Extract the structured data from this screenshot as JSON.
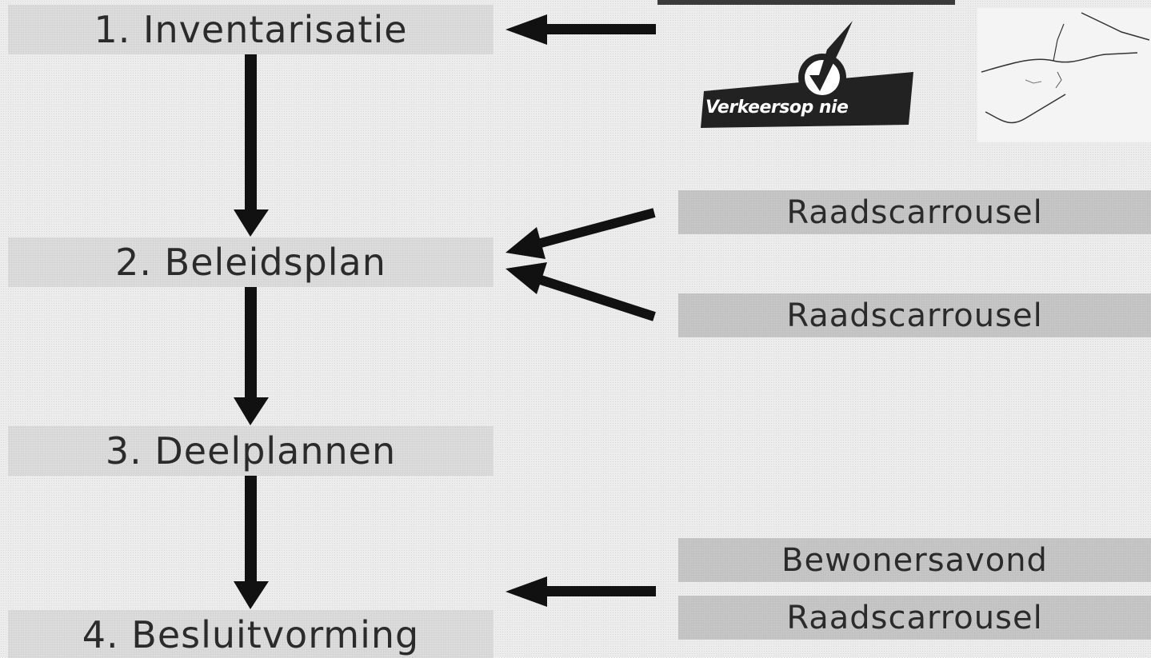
{
  "steps": [
    {
      "label": "1. Inventarisatie"
    },
    {
      "label": "2. Beleidsplan"
    },
    {
      "label": "3. Deelplannen"
    },
    {
      "label": "4. Besluitvorming"
    }
  ],
  "sources": [
    {
      "label": "Raadscarrousel"
    },
    {
      "label": "Raadscarrousel"
    },
    {
      "label": "Bewonersavond"
    },
    {
      "label": "Raadscarrousel"
    }
  ],
  "logo": {
    "text": "Verkeersop nie",
    "icon": "checkmark-icon"
  },
  "map": {
    "icon": "route-map-icon"
  },
  "colors": {
    "arrow": "#111111",
    "step_box": "#dcdcdc",
    "source_box": "#c6c6c6",
    "logo_dark": "#222222"
  }
}
